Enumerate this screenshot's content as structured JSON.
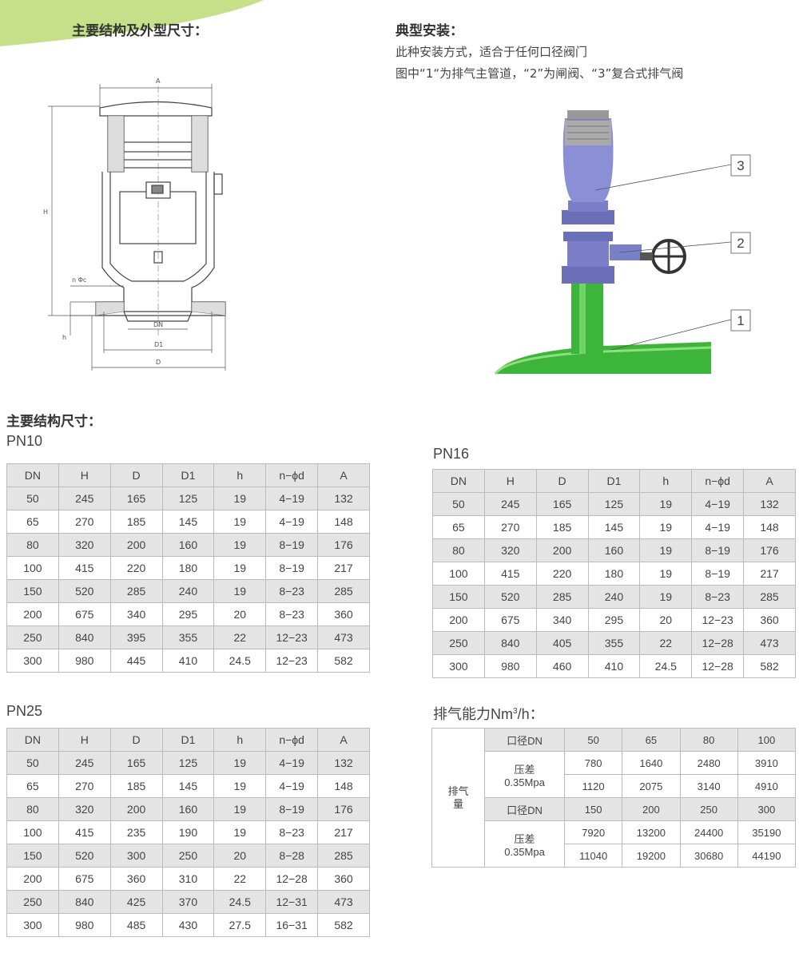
{
  "section_structure_title": "主要结构及外型尺寸：",
  "install": {
    "title": "典型安装：",
    "line1": "此种安装方式，适合于任何口径阀门",
    "line2": "图中“1“为排气主管道，“2”为闸阀、“3”复合式排气阀"
  },
  "drawing_labels": {
    "A": "A",
    "H": "H",
    "n_phi_c": "n Φc",
    "h": "h",
    "DN": "DN",
    "D1": "D1",
    "D": "D"
  },
  "callouts": [
    "3",
    "2",
    "1"
  ],
  "dims_title": "主要结构尺寸：",
  "headers": [
    "DN",
    "H",
    "D",
    "D1",
    "h",
    "n−ϕd",
    "A"
  ],
  "pn10": {
    "label": "PN10",
    "rows": [
      [
        "50",
        "245",
        "165",
        "125",
        "19",
        "4−19",
        "132"
      ],
      [
        "65",
        "270",
        "185",
        "145",
        "19",
        "4−19",
        "148"
      ],
      [
        "80",
        "320",
        "200",
        "160",
        "19",
        "8−19",
        "176"
      ],
      [
        "100",
        "415",
        "220",
        "180",
        "19",
        "8−19",
        "217"
      ],
      [
        "150",
        "520",
        "285",
        "240",
        "19",
        "8−23",
        "285"
      ],
      [
        "200",
        "675",
        "340",
        "295",
        "20",
        "8−23",
        "360"
      ],
      [
        "250",
        "840",
        "395",
        "355",
        "22",
        "12−23",
        "473"
      ],
      [
        "300",
        "980",
        "445",
        "410",
        "24.5",
        "12−23",
        "582"
      ]
    ]
  },
  "pn16": {
    "label": "PN16",
    "rows": [
      [
        "50",
        "245",
        "165",
        "125",
        "19",
        "4−19",
        "132"
      ],
      [
        "65",
        "270",
        "185",
        "145",
        "19",
        "4−19",
        "148"
      ],
      [
        "80",
        "320",
        "200",
        "160",
        "19",
        "8−19",
        "176"
      ],
      [
        "100",
        "415",
        "220",
        "180",
        "19",
        "8−19",
        "217"
      ],
      [
        "150",
        "520",
        "285",
        "240",
        "19",
        "8−23",
        "285"
      ],
      [
        "200",
        "675",
        "340",
        "295",
        "20",
        "12−23",
        "360"
      ],
      [
        "250",
        "840",
        "405",
        "355",
        "22",
        "12−28",
        "473"
      ],
      [
        "300",
        "980",
        "460",
        "410",
        "24.5",
        "12−28",
        "582"
      ]
    ]
  },
  "pn25": {
    "label": "PN25",
    "rows": [
      [
        "50",
        "245",
        "165",
        "125",
        "19",
        "4−19",
        "132"
      ],
      [
        "65",
        "270",
        "185",
        "145",
        "19",
        "4−19",
        "148"
      ],
      [
        "80",
        "320",
        "200",
        "160",
        "19",
        "8−19",
        "176"
      ],
      [
        "100",
        "415",
        "235",
        "190",
        "19",
        "8−23",
        "217"
      ],
      [
        "150",
        "520",
        "300",
        "250",
        "20",
        "8−28",
        "285"
      ],
      [
        "200",
        "675",
        "360",
        "310",
        "22",
        "12−28",
        "360"
      ],
      [
        "250",
        "840",
        "425",
        "370",
        "24.5",
        "12−31",
        "473"
      ],
      [
        "300",
        "980",
        "485",
        "430",
        "27.5",
        "16−31",
        "582"
      ]
    ]
  },
  "capacity": {
    "title_main": "排气能力Nm",
    "title_sup": "3",
    "title_tail": "/h：",
    "row_label": "排气量",
    "dn_label": "口径DN",
    "pressure_label_1": "压差",
    "pressure_label_2": "0.35Mpa",
    "group1": {
      "dn": [
        "50",
        "65",
        "80",
        "100"
      ],
      "r1": [
        "780",
        "1640",
        "2480",
        "3910"
      ],
      "r2": [
        "1120",
        "2075",
        "3140",
        "4910"
      ]
    },
    "group2": {
      "dn": [
        "150",
        "200",
        "250",
        "300"
      ],
      "r1": [
        "7920",
        "13200",
        "24400",
        "35190"
      ],
      "r2": [
        "11040",
        "19200",
        "30680",
        "44190"
      ]
    }
  },
  "colors": {
    "accent_green": "#c6e08a",
    "table_shade": "#e4e4e4",
    "valve_purple": "#7a7fc8",
    "pipe_green": "#3db53a"
  }
}
